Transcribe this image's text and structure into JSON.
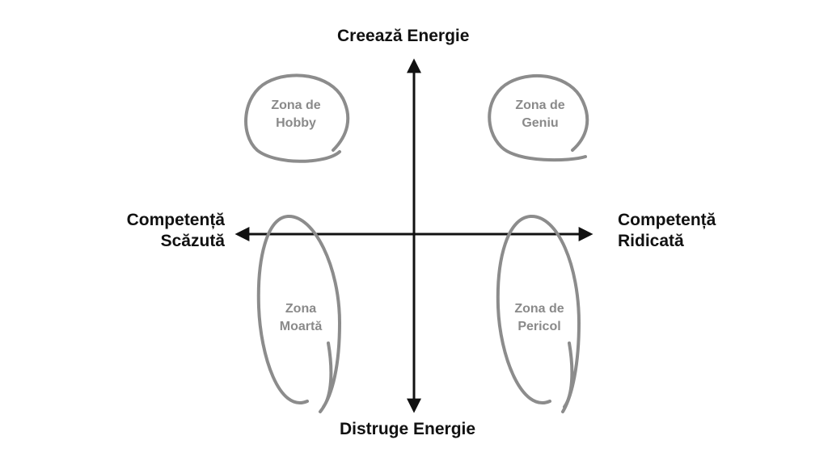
{
  "axes": {
    "top": "Creează Energie",
    "bottom": "Distruge Energie",
    "left": [
      "Competență",
      "Scăzută"
    ],
    "right": [
      "Competență",
      "Ridicată"
    ]
  },
  "zones": {
    "hobby": [
      "Zona de",
      "Hobby"
    ],
    "genius": [
      "Zona de",
      "Geniu"
    ],
    "dead": [
      "Zona",
      "Moartă"
    ],
    "danger": [
      "Zona de",
      "Pericol"
    ]
  },
  "colors": {
    "axis": "#111111",
    "axis_text": "#111111",
    "zone_outline": "#8c8c8c",
    "zone_text": "#8a8a8a",
    "background": "#ffffff"
  }
}
